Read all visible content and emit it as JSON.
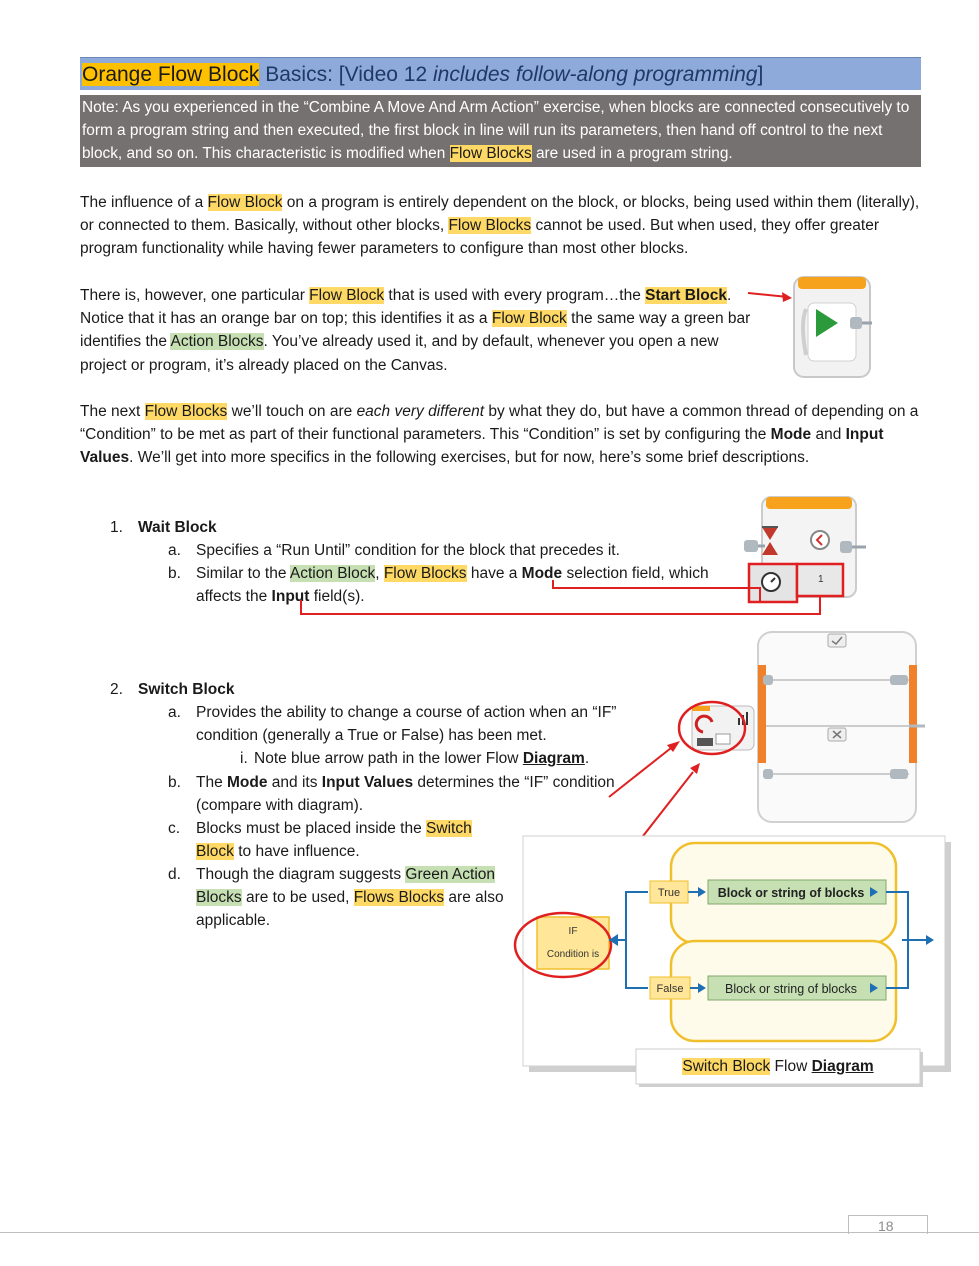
{
  "header": {
    "title_orange": "Orange Flow Block",
    "title_basics": " Basics:",
    "title_video_prefix": " [Video 12 ",
    "title_video_italic": "includes follow-along programming",
    "title_video_suffix": "]"
  },
  "note": {
    "text_1": "Note: As you experienced in the “Combine A Move And Arm Action” exercise, when blocks are connected consecutively to form a program string and then executed, the first block in line will run its parameters, then hand off control to the next block, and so on. This characteristic is modified when ",
    "highlight": "Flow Blocks",
    "text_2": " are used in a program string."
  },
  "para1": {
    "t1": "The influence of a ",
    "h1": "Flow Block",
    "t2": " on a program is entirely dependent on the block, or blocks, being used within them (literally), or connected to them.  Basically, without other blocks, ",
    "h2": "Flow Blocks",
    "t3": " cannot be used.  But when used, they offer greater program functionality while having fewer parameters to configure than most other blocks."
  },
  "para2": {
    "t1": "There is, however, one particular ",
    "h1": "Flow Block",
    "t2": " that is used with every program…the ",
    "b1": "Start Block",
    "t3": ".",
    "t4": "Notice that it has an orange bar on top; this identifies it as a ",
    "h2": "Flow Block",
    "t5": " the same way a green bar identifies the ",
    "g1": "Action Blocks",
    "t6": ".  You’ve already used it, and by default, whenever you open a new project or program, it’s already placed on the Canvas."
  },
  "para3": {
    "t1": "The next ",
    "h1": "Flow Blocks",
    "t2": " we’ll touch on are ",
    "i1": "each very different",
    "t3": " by what they do, but have a common thread of depending on a “Condition” to be met as part of their functional parameters.  This “Condition” is set by configuring the ",
    "b1": "Mode",
    "t4": " and ",
    "b2": "Input Values",
    "t5": ".  We’ll get into more specifics in the following exercises, but for now, here’s some brief descriptions."
  },
  "list": {
    "item1": {
      "num": "1.",
      "title": "Wait Block",
      "a_num": "a.",
      "a_text": "Specifies a “Run Until” condition for the block that precedes it.",
      "b_num": "b.",
      "b_t1": "Similar to the ",
      "b_g1": "Action Block",
      "b_t2": ", ",
      "b_h1": "Flow Blocks",
      "b_t3": " have a ",
      "b_b1": "Mode",
      "b_t4": " selection field, which",
      "b_t5": "affects the ",
      "b_b2": "Input",
      "b_t6": " field(s)."
    },
    "item2": {
      "num": "2.",
      "title": "Switch Block",
      "a_num": "a.",
      "a_text": "Provides the ability to change a course of action when an “IF” condition (generally a True or False) has been met.",
      "ai_num": "i.",
      "ai_t1": "Note blue arrow path in the lower Flow ",
      "ai_b1": "Diagram",
      "ai_t2": ".",
      "b_num": "b.",
      "b_t1": "The ",
      "b_b1": "Mode",
      "b_t2": " and its ",
      "b_b2": "Input Values",
      "b_t3": " determines the “IF” condition (compare with diagram).",
      "c_num": "c.",
      "c_t1": "Blocks must be placed inside the ",
      "c_h1": "Switch Block",
      "c_t2": " to have influence.",
      "d_num": "d.",
      "d_t1": "Though the diagram suggests ",
      "d_g1": "Green Action Blocks",
      "d_t2": " are to be used, ",
      "d_h1": "Flows Blocks",
      "d_t3": " are also applicable."
    }
  },
  "wait_block_icon": {
    "input_value": "1"
  },
  "diagram": {
    "if_line1": "IF",
    "if_line2": "Condition is",
    "true_label": "True",
    "false_label": "False",
    "true_block": "Block or string of blocks",
    "false_block": "Block or string of blocks",
    "caption_h": "Switch Block",
    "caption_t": " Flow ",
    "caption_b": "Diagram"
  },
  "footer": {
    "page_number": "18"
  }
}
